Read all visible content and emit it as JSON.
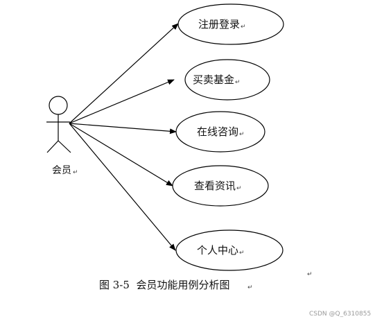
{
  "actor": {
    "label": "会员"
  },
  "use_cases": [
    {
      "label": "注册登录"
    },
    {
      "label": "买卖基金"
    },
    {
      "label": "在线咨询"
    },
    {
      "label": "查看资讯"
    },
    {
      "label": "个人中心"
    }
  ],
  "caption": "图 3-5  会员功能用例分析图",
  "paragraph_mark": "↵",
  "watermark": "CSDN @Q_6310855",
  "colors": {
    "line": "#000000",
    "text": "#111111",
    "watermark": "#9a9a9a"
  }
}
